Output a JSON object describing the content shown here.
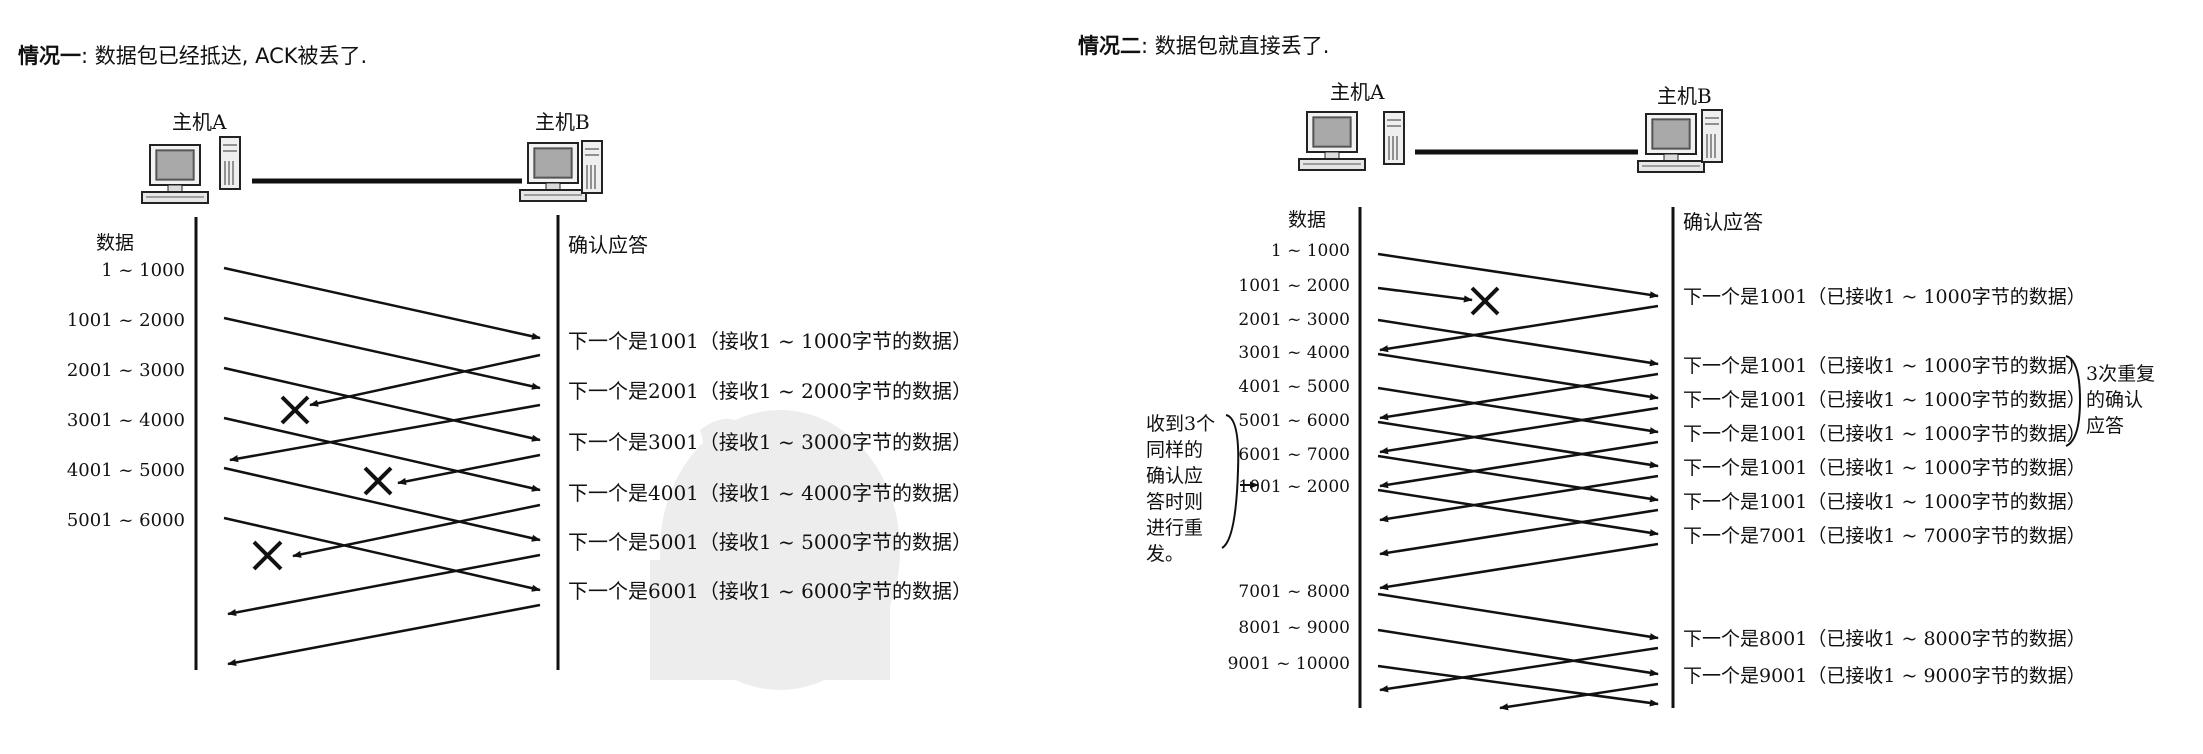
{
  "case1": {
    "title_bold": "情况一",
    "title_rest": ": 数据包已经抵达, ACK被丢了.",
    "host_a": "主机A",
    "host_b": "主机B",
    "data_header": "数据",
    "ack_header": "确认应答",
    "segments": [
      "1 ~ 1000",
      "1001 ~ 2000",
      "2001 ~ 3000",
      "3001 ~ 4000",
      "4001 ~ 5000",
      "5001 ~ 6000"
    ],
    "acks": [
      "下一个是1001（接收1 ~ 1000字节的数据）",
      "下一个是2001（接收1 ~ 2000字节的数据）",
      "下一个是3001（接收1 ~ 3000字节的数据）",
      "下一个是4001（接收1 ~ 4000字节的数据）",
      "下一个是5001（接收1 ~ 5000字节的数据）",
      "下一个是6001（接收1 ~ 6000字节的数据）"
    ]
  },
  "case2": {
    "title_bold": "情况二",
    "title_rest": ": 数据包就直接丢了.",
    "host_a": "主机A",
    "host_b": "主机B",
    "data_header": "数据",
    "ack_header": "确认应答",
    "segments": [
      "1 ~ 1000",
      "1001 ~ 2000",
      "2001 ~ 3000",
      "3001 ~ 4000",
      "4001 ~ 5000",
      "5001 ~ 6000",
      "6001 ~ 7000",
      "1001 ~ 2000",
      "7001 ~ 8000",
      "8001 ~ 9000",
      "9001 ~ 10000"
    ],
    "acks": [
      "下一个是1001（已接收1 ~ 1000字节的数据）",
      "下一个是1001（已接收1 ~ 1000字节的数据）",
      "下一个是1001（已接收1 ~ 1000字节的数据）",
      "下一个是1001（已接收1 ~ 1000字节的数据）",
      "下一个是1001（已接收1 ~ 1000字节的数据）",
      "下一个是1001（已接收1 ~ 1000字节的数据）",
      "下一个是7001（已接收1 ~ 7000字节的数据）",
      "下一个是8001（已接收1 ~ 8000字节的数据）",
      "下一个是9001（已接收1 ~ 9000字节的数据）"
    ],
    "note_left": [
      "收到3个",
      "同样的",
      "确认应",
      "答时则",
      "进行重",
      "发。"
    ],
    "note_right": [
      "3次重复",
      "的确认",
      "应答"
    ]
  }
}
